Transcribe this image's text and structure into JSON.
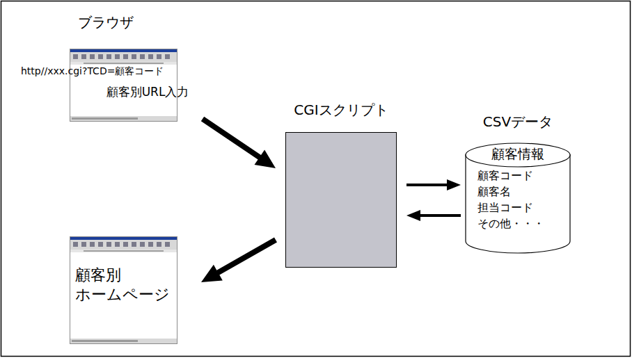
{
  "diagram": {
    "nodes": [
      {
        "text": [
          "ブラウザ",
          "http//xxx.cgi?TCD=顧客コード",
          "顧客別URL入力"
        ]
      },
      {
        "text": [
          "CGIスクリプト"
        ]
      },
      {
        "text": [
          "CSVデータ",
          "顧客情報",
          "顧客コード",
          "顧客名",
          "担当コード",
          "その他・・・"
        ]
      },
      {
        "text": [
          "顧客別 ホームページ"
        ]
      }
    ],
    "edges": [
      {
        "from": 0,
        "to": 1,
        "arrow": "to"
      },
      {
        "from": 1,
        "to": 3,
        "arrow": "to"
      },
      {
        "from": 1,
        "to": 2,
        "arrow": "to"
      },
      {
        "from": 2,
        "to": 1,
        "arrow": "to"
      }
    ]
  }
}
